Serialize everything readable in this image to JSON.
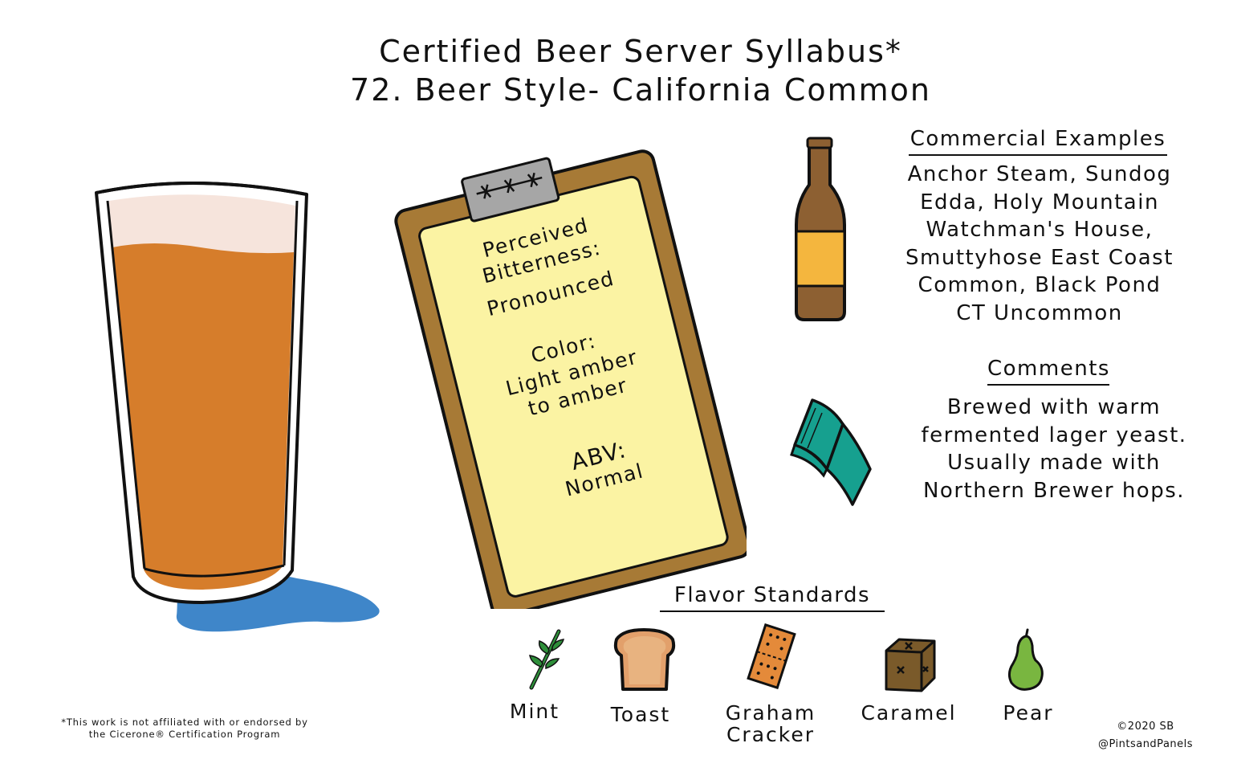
{
  "title": {
    "line1": "Certified Beer Server Syllabus*",
    "line2": "72. Beer Style- California Common"
  },
  "clipboard": {
    "bitterness_label": "Perceived",
    "bitterness_label2": "Bitterness:",
    "bitterness_value": "Pronounced",
    "color_label": "Color:",
    "color_value1": "Light amber",
    "color_value2": "to amber",
    "abv_label": "ABV:",
    "abv_value": "Normal"
  },
  "commercial_examples": {
    "heading": "Commercial Examples",
    "lines": [
      "Anchor Steam, Sundog",
      "Edda, Holy Mountain",
      "Watchman's House,",
      "Smuttyhose East Coast",
      "Common, Black Pond",
      "CT Uncommon"
    ]
  },
  "comments": {
    "heading": "Comments",
    "lines": [
      "Brewed with warm",
      "fermented lager yeast.",
      "Usually made with",
      "Northern Brewer hops."
    ]
  },
  "flavor_standards": {
    "heading": "Flavor Standards",
    "items": [
      {
        "label": "Mint",
        "icon": "mint-icon"
      },
      {
        "label": "Toast",
        "icon": "toast-icon"
      },
      {
        "label": "Graham",
        "label2": "Cracker",
        "icon": "graham-cracker-icon"
      },
      {
        "label": "Caramel",
        "icon": "caramel-icon"
      },
      {
        "label": "Pear",
        "icon": "pear-icon"
      }
    ]
  },
  "footer": {
    "disclaimer1": "*This work is not affiliated with or endorsed by",
    "disclaimer2": "the Cicerone® Certification Program",
    "copyright": "©2020 SB",
    "handle": "@PintsandPanels"
  },
  "colors": {
    "beer": "#d67d2b",
    "foam": "#f6e4dc",
    "puddle": "#3f86c9",
    "clipboard": "#a77a36",
    "paper": "#fbf3a3",
    "clip": "#a6a6a6",
    "bottle": "#8d6032",
    "bottle_label": "#f4b63e",
    "book": "#16a08f",
    "mint": "#2e8f3a",
    "toast": "#e2a06b",
    "graham": "#e48a3a",
    "caramel": "#7a5a2a",
    "pear": "#79b640"
  }
}
